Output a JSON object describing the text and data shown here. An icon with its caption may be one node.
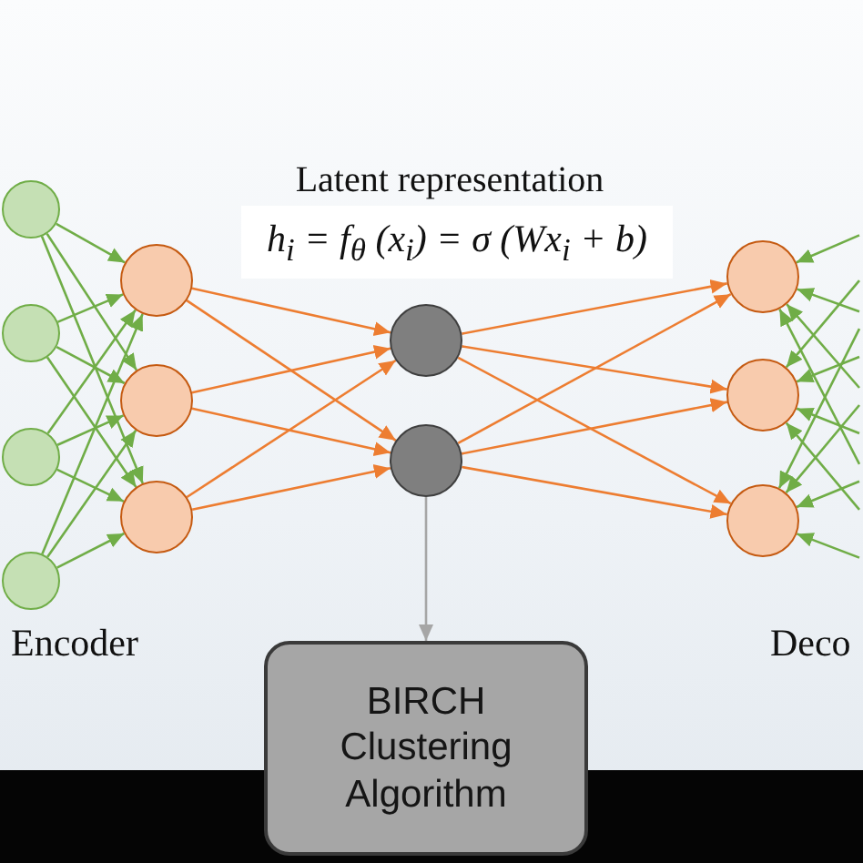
{
  "diagram": {
    "nodes": [
      {
        "text": [],
        "shape": "circle"
      },
      {
        "text": [],
        "shape": "circle"
      },
      {
        "text": [],
        "shape": "circle"
      },
      {
        "text": [],
        "shape": "circle"
      },
      {
        "text": [],
        "shape": "circle"
      },
      {
        "text": [],
        "shape": "circle"
      },
      {
        "text": [],
        "shape": "circle"
      },
      {
        "text": [],
        "shape": "circle"
      },
      {
        "text": [],
        "shape": "circle"
      },
      {
        "text": [],
        "shape": "circle"
      },
      {
        "text": [],
        "shape": "circle"
      },
      {
        "text": [],
        "shape": "circle"
      },
      {
        "text": [
          "BIRCH Clustering Algorithm"
        ]
      }
    ],
    "edges": [
      {
        "from": 0,
        "to": 4,
        "arrow": "to"
      },
      {
        "from": 0,
        "to": 5,
        "arrow": "to"
      },
      {
        "from": 0,
        "to": 6,
        "arrow": "to"
      },
      {
        "from": 1,
        "to": 4,
        "arrow": "to"
      },
      {
        "from": 1,
        "to": 5,
        "arrow": "to"
      },
      {
        "from": 1,
        "to": 6,
        "arrow": "to"
      },
      {
        "from": 2,
        "to": 4,
        "arrow": "to"
      },
      {
        "from": 2,
        "to": 5,
        "arrow": "to"
      },
      {
        "from": 2,
        "to": 6,
        "arrow": "to"
      },
      {
        "from": 3,
        "to": 4,
        "arrow": "to"
      },
      {
        "from": 3,
        "to": 5,
        "arrow": "to"
      },
      {
        "from": 3,
        "to": 6,
        "arrow": "to"
      },
      {
        "from": 4,
        "to": 7,
        "arrow": "to",
        "color": "#ed7d31"
      },
      {
        "from": 4,
        "to": 8,
        "arrow": "to",
        "color": "#ed7d31"
      },
      {
        "from": 5,
        "to": 7,
        "arrow": "to",
        "color": "#ed7d31"
      },
      {
        "from": 5,
        "to": 8,
        "arrow": "to",
        "color": "#ed7d31"
      },
      {
        "from": 6,
        "to": 7,
        "arrow": "to",
        "color": "#ed7d31"
      },
      {
        "from": 6,
        "to": 8,
        "arrow": "to",
        "color": "#ed7d31"
      },
      {
        "from": 7,
        "to": 9,
        "arrow": "to",
        "color": "#ed7d31"
      },
      {
        "from": 7,
        "to": 10,
        "arrow": "to",
        "color": "#ed7d31"
      },
      {
        "from": 7,
        "to": 11,
        "arrow": "to",
        "color": "#ed7d31"
      },
      {
        "from": 8,
        "to": 9,
        "arrow": "to",
        "color": "#ed7d31"
      },
      {
        "from": 8,
        "to": 10,
        "arrow": "to",
        "color": "#ed7d31"
      },
      {
        "from": 8,
        "to": 11,
        "arrow": "to",
        "color": "#ed7d31"
      },
      {
        "from": null,
        "to": 9,
        "arrow": "to"
      },
      {
        "from": null,
        "to": 9,
        "arrow": "to"
      },
      {
        "from": null,
        "to": 9,
        "arrow": "to"
      },
      {
        "from": null,
        "to": 9,
        "arrow": "to"
      },
      {
        "from": null,
        "to": 10,
        "arrow": "to"
      },
      {
        "from": null,
        "to": 10,
        "arrow": "to"
      },
      {
        "from": null,
        "to": 10,
        "arrow": "to"
      },
      {
        "from": null,
        "to": 10,
        "arrow": "to"
      },
      {
        "from": null,
        "to": 11,
        "arrow": "to"
      },
      {
        "from": null,
        "to": 11,
        "arrow": "to"
      },
      {
        "from": null,
        "to": 11,
        "arrow": "to"
      },
      {
        "from": null,
        "to": 11,
        "arrow": "to"
      },
      {
        "from": 8,
        "to": 12,
        "arrow": "to",
        "color": "#a6a6a6"
      }
    ],
    "labels": [
      "Latent representation",
      "h$_{i}$ = f$_{θ}$ (x$_{i}$) = σ (Wx$_{i}$ + b)",
      "Encoder",
      "Deco"
    ]
  }
}
